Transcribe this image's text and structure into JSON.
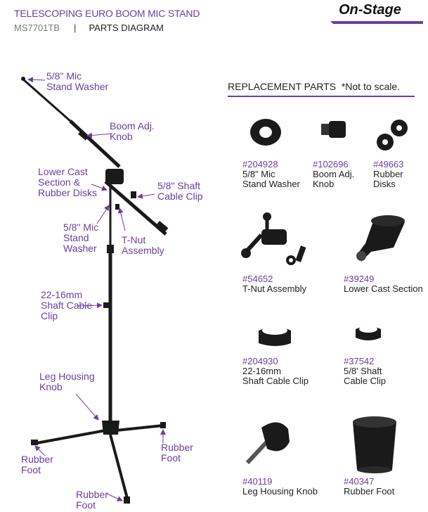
{
  "header": {
    "title": "TELESCOPING EURO BOOM MIC STAND",
    "model": "MS7701TB",
    "separator": "|",
    "diagram_label": "PARTS DIAGRAM",
    "logo_text": "On-Stage"
  },
  "callouts": {
    "washer": "5/8\" Mic\nStand Washer",
    "boom_knob": "Boom Adj.\nKnob",
    "lower_cast": "Lower Cast\nSection &\nRubber Disks",
    "shaft_clip_58": "5/8\" Shaft\nCable Clip",
    "washer2": "5/8\" Mic\nStand\nWasher",
    "tnut": "T-Nut\nAssembly",
    "shaft_clip_22": "22-16mm\nShaft Cable\nClip",
    "leg_knob": "Leg Housing\nKnob",
    "foot_left": "Rubber\nFoot",
    "foot_right": "Rubber\nFoot",
    "foot_bottom": "Rubber\nFoot"
  },
  "replacement": {
    "heading": "REPLACEMENT PARTS  *Not to scale.",
    "parts": [
      {
        "number": "#204928",
        "name": "5/8\" Mic\nStand Washer"
      },
      {
        "number": "#102696",
        "name": "Boom Adj.\nKnob"
      },
      {
        "number": "#49663",
        "name": "Rubber Disks"
      },
      {
        "number": "#54652",
        "name": "T-Nut Assembly"
      },
      {
        "number": "#39249",
        "name": "Lower Cast Section"
      },
      {
        "number": "#204930",
        "name": "22-16mm\nShaft Cable Clip"
      },
      {
        "number": "#37542",
        "name": "5/8' Shaft\nCable Clip"
      },
      {
        "number": "#40119",
        "name": "Leg Housing Knob"
      },
      {
        "number": "#40347",
        "name": "Rubber Foot"
      }
    ]
  },
  "colors": {
    "accent": "#6b3fa0",
    "part_black": "#1a1a1a"
  }
}
